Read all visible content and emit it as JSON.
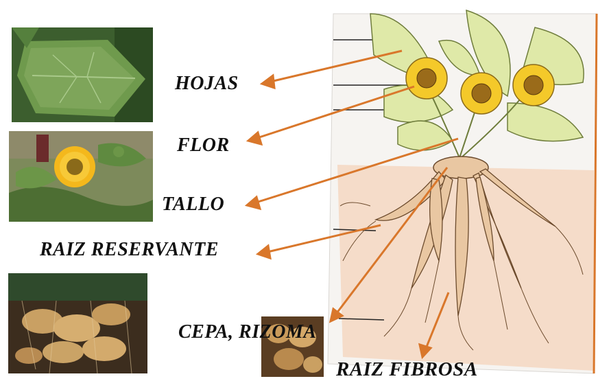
{
  "labels": {
    "hojas": "HOJAS",
    "flor": "FLOR",
    "tallo": "TALLO",
    "raiz_reservante": "RAIZ RESERVANTE",
    "cepa_rizoma": "CEPA, RIZOMA",
    "raiz_fibrosa": "RAIZ FIBROSA"
  },
  "colors": {
    "arrow": "#d9772b",
    "leaf": "#dfe9a8",
    "petal": "#f4c92a",
    "root": "#e9c7a2"
  }
}
